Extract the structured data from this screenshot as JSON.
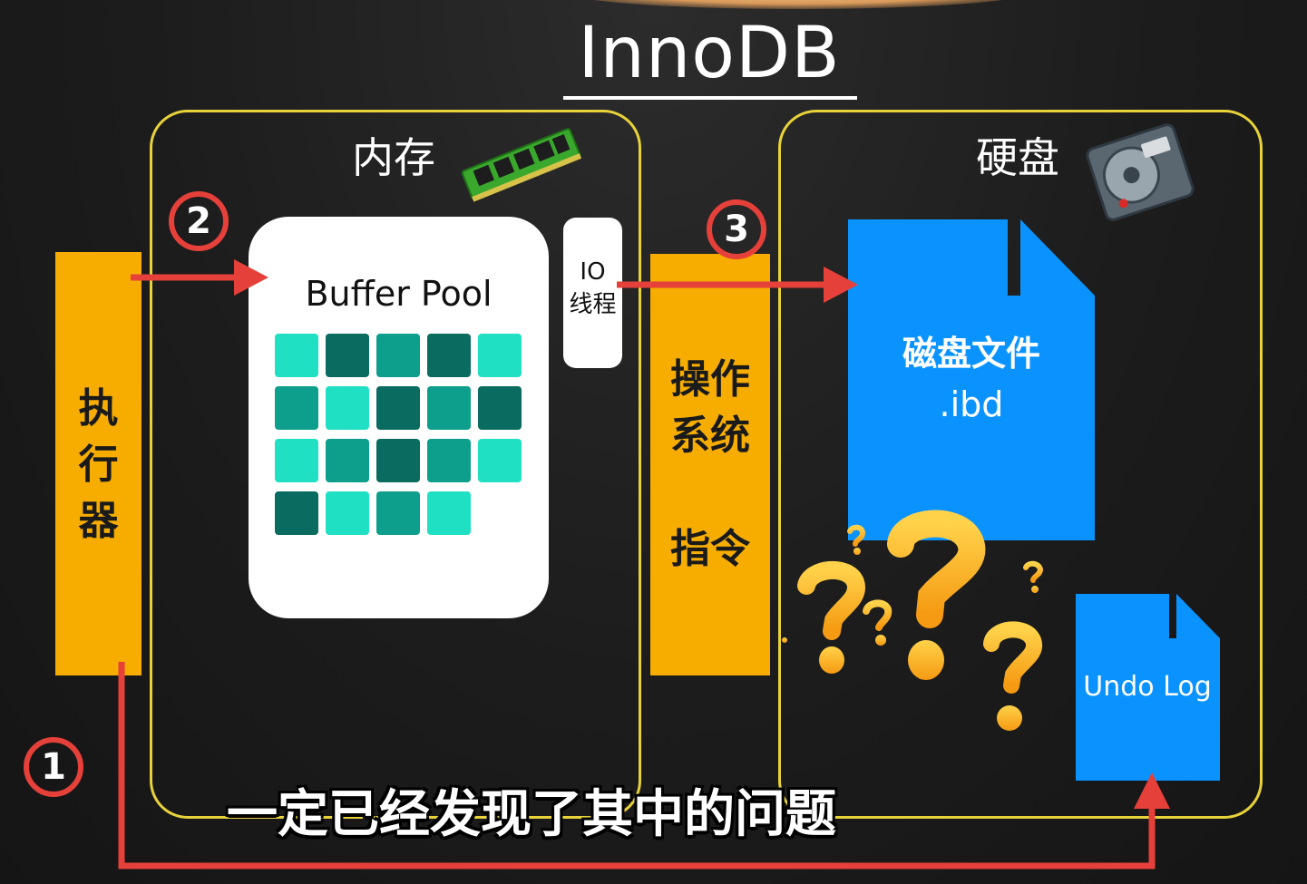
{
  "title": "InnoDB",
  "memory": {
    "label": "内存",
    "icon": "ram-stick-icon"
  },
  "disk": {
    "label": "硬盘",
    "icon": "hard-drive-icon"
  },
  "executor": {
    "label_chars": [
      "执",
      "行",
      "器"
    ]
  },
  "buffer_pool": {
    "label": "Buffer Pool",
    "grid": [
      [
        "light",
        "dark",
        "mid",
        "dark",
        "light"
      ],
      [
        "mid",
        "light",
        "dark",
        "mid",
        "dark"
      ],
      [
        "light",
        "mid",
        "dark",
        "mid",
        "light"
      ],
      [
        "dark",
        "light",
        "mid",
        "light"
      ]
    ]
  },
  "io_thread": {
    "line1": "IO",
    "line2": "线程"
  },
  "os_instruction": {
    "line1": "操作",
    "line2": "系统",
    "line3": "指令"
  },
  "ibd_file": {
    "name": "磁盘文件",
    "ext": ".ibd"
  },
  "undo_log": {
    "label": "Undo Log"
  },
  "steps": [
    "1",
    "2",
    "3"
  ],
  "subtitle": "一定已经发现了其中的问题",
  "colors": {
    "frame": "#e8d23a",
    "bar": "#f6ad00",
    "arrow": "#e6403a",
    "file": "#0a93ff",
    "cell_light": "#20e0c4",
    "cell_mid": "#0e9e8c",
    "cell_dark": "#0a6b60"
  }
}
